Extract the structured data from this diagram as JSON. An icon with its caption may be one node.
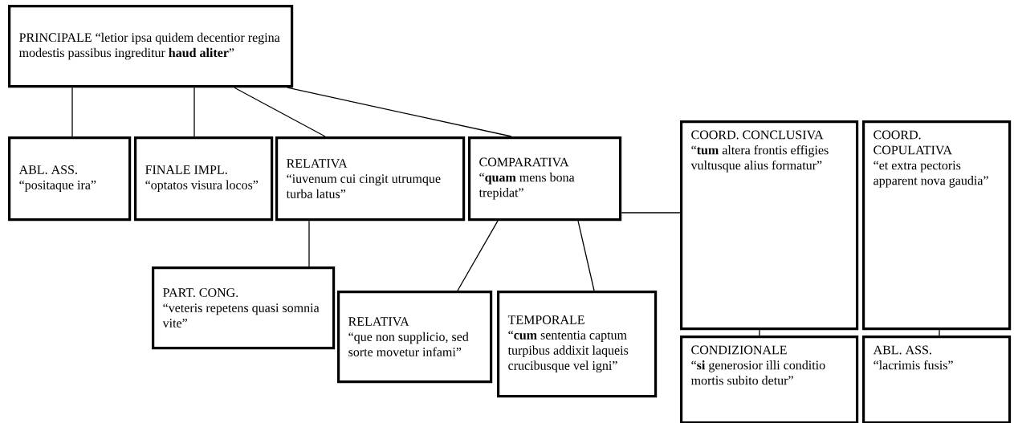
{
  "diagram": {
    "nodes": [
      {
        "text": [
          "PRINCIPALE “letior ipsa quidem decentior regina modestis passibus ingreditur **haud aliter**”"
        ]
      },
      {
        "text": [
          "ABL. ASS.",
          "“positaque ira”"
        ]
      },
      {
        "text": [
          "FINALE IMPL.",
          "“optatos visura locos”"
        ]
      },
      {
        "text": [
          "RELATIVA",
          "“iuvenum cui cingit utrumque turba latus”"
        ]
      },
      {
        "text": [
          "COMPARATIVA",
          "“**quam** mens bona trepidat”"
        ]
      },
      {
        "text": [
          "COORD. CONCLUSIVA",
          "“**tum** altera frontis effigies vultusque alius formatur”"
        ]
      },
      {
        "text": [
          "COORD. COPULATIVA",
          "“et extra pectoris apparent nova gaudia”"
        ]
      },
      {
        "text": [
          "PART. CONG.",
          "“veteris repetens quasi somnia vite”"
        ]
      },
      {
        "text": [
          "RELATIVA",
          "“que non supplicio, sed sorte movetur infami”"
        ]
      },
      {
        "text": [
          "TEMPORALE",
          "“**cum** sententia captum turpibus addixit laqueis crucibusque vel igni”"
        ]
      },
      {
        "text": [
          "CONDIZIONALE",
          "“**si** generosior illi conditio mortis subito detur”"
        ]
      },
      {
        "text": [
          "ABL. ASS.",
          "“lacrimis fusis”"
        ]
      }
    ],
    "edges": [
      {
        "from": 0,
        "to": 1,
        "arrow": "none"
      },
      {
        "from": 0,
        "to": 2,
        "arrow": "none"
      },
      {
        "from": 0,
        "to": 3,
        "arrow": "none"
      },
      {
        "from": 0,
        "to": 4,
        "arrow": "none"
      },
      {
        "from": 4,
        "to": 5,
        "arrow": "none"
      },
      {
        "from": 3,
        "to": 7,
        "arrow": "none"
      },
      {
        "from": 4,
        "to": 8,
        "arrow": "none"
      },
      {
        "from": 4,
        "to": 9,
        "arrow": "none"
      },
      {
        "from": 5,
        "to": 10,
        "arrow": "none"
      },
      {
        "from": 6,
        "to": 11,
        "arrow": "none"
      }
    ]
  }
}
